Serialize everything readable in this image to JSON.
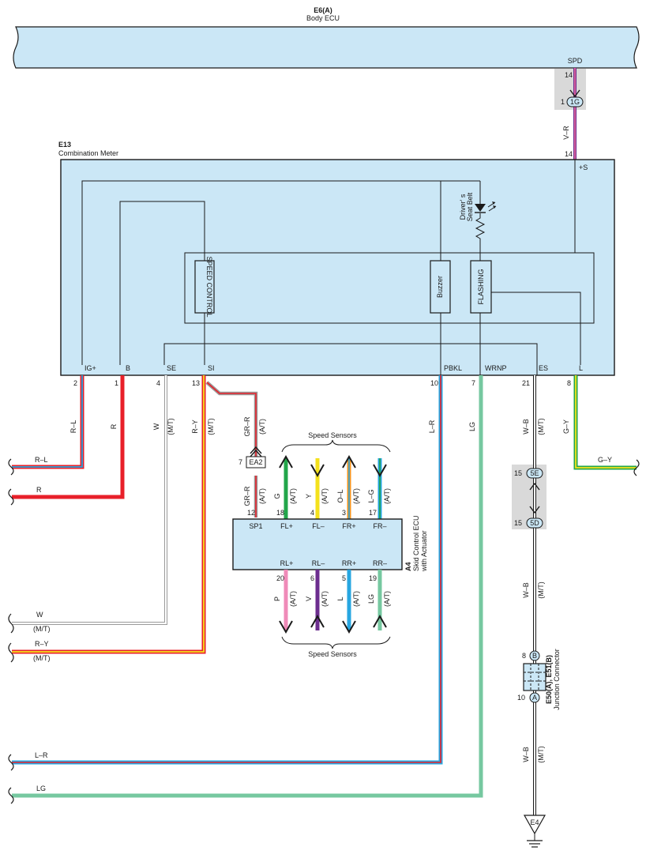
{
  "body_ecu": {
    "code": "E6(A)",
    "name": "Body ECU",
    "pin_spd": "SPD",
    "pin_no": "14"
  },
  "connector_1g": {
    "label": "1G",
    "pin_left": "1",
    "wire": "V–R",
    "pin_meter": "14"
  },
  "meter": {
    "code": "E13",
    "name": "Combination Meter",
    "plus_s": "+S",
    "pins": {
      "ig": "IG+",
      "b": "B",
      "se": "SE",
      "si": "SI",
      "pbkl": "PBKL",
      "wrnp": "WRNP",
      "es": "ES",
      "l": "L",
      "n_ig": "2",
      "n_b": "1",
      "n_se": "4",
      "n_si": "13",
      "n_pbkl": "10",
      "n_wrnp": "7",
      "n_es": "21",
      "n_l": "8"
    },
    "speed_control": "SPEED CONTROL",
    "buzzer": "Buzzer",
    "flashing": "FLASHING",
    "seat_belt_1": "Driver' s",
    "seat_belt_2": "Seat Belt"
  },
  "wires": {
    "rl": "R–L",
    "r": "R",
    "w": "W",
    "mt": "(M/T)",
    "ry": "R–Y",
    "grr": "GR–R",
    "at": "(A/T)",
    "lr": "L–R",
    "lg": "LG",
    "wb": "W–B",
    "gy": "G–Y"
  },
  "ea2": {
    "label": "EA2",
    "pin": "7",
    "pin_ecu": "12"
  },
  "skid_ecu": {
    "code": "A4",
    "name_1": "Skid Control ECU",
    "name_2": "with Actuator",
    "pins_top": [
      "SP1",
      "FL+",
      "FL–",
      "FR+",
      "FR–"
    ],
    "nums_top": [
      "18",
      "4",
      "3",
      "17"
    ],
    "wires_top": [
      "G",
      "Y",
      "O–L",
      "L–G"
    ],
    "pins_bottom": [
      "RL+",
      "RL–",
      "RR+",
      "RR–"
    ],
    "nums_bottom": [
      "20",
      "6",
      "5",
      "19"
    ],
    "wires_bottom": [
      "P",
      "V",
      "L",
      "LG"
    ]
  },
  "speed_sensors": "Speed Sensors",
  "connector_5e": {
    "label": "5E",
    "pin": "15"
  },
  "connector_5d": {
    "label": "5D",
    "pin": "15"
  },
  "junction": {
    "code": "E50(A), E51(B)",
    "name": "Junction Connector",
    "b": "B",
    "a": "A",
    "pin_b": "8",
    "pin_a": "10"
  },
  "ground": "E4",
  "colors": {
    "module_fill": "#cbe7f6",
    "red": "#e8202a",
    "blue": "#27a6e1",
    "yellow": "#f4e11c",
    "green": "#76c8a0",
    "bright_green": "#22a64a",
    "violet": "#6c2e8f",
    "pink": "#ef8ab8",
    "orange": "#f7941d",
    "gray": "#9a9a9a"
  }
}
